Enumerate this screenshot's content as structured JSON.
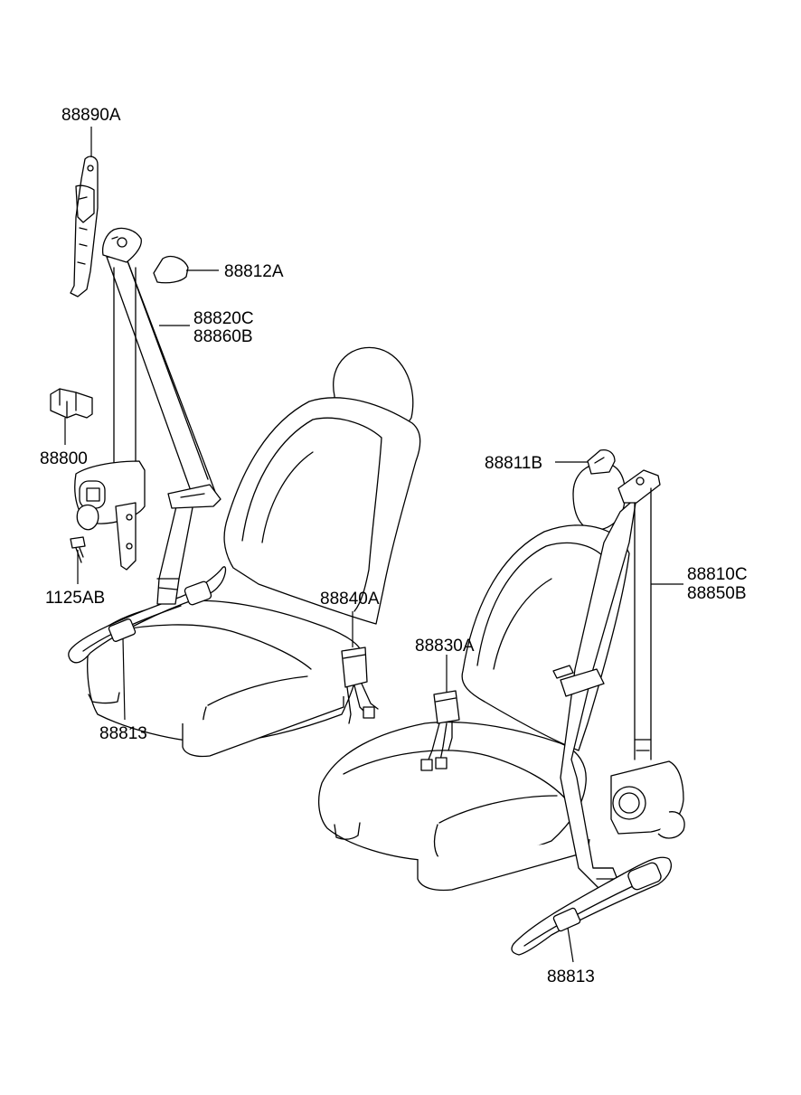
{
  "labels": {
    "guide_adjuster": "88890A",
    "cover_left": "88812A",
    "belt_left_1": "88820C",
    "belt_left_2": "88860B",
    "bracket": "88800",
    "bolt": "1125AB",
    "guide_left": "88813",
    "buckle_left": "88840A",
    "cover_right": "88811B",
    "belt_right_1": "88810C",
    "belt_right_2": "88850B",
    "buckle_right": "88830A",
    "guide_right": "88813"
  }
}
